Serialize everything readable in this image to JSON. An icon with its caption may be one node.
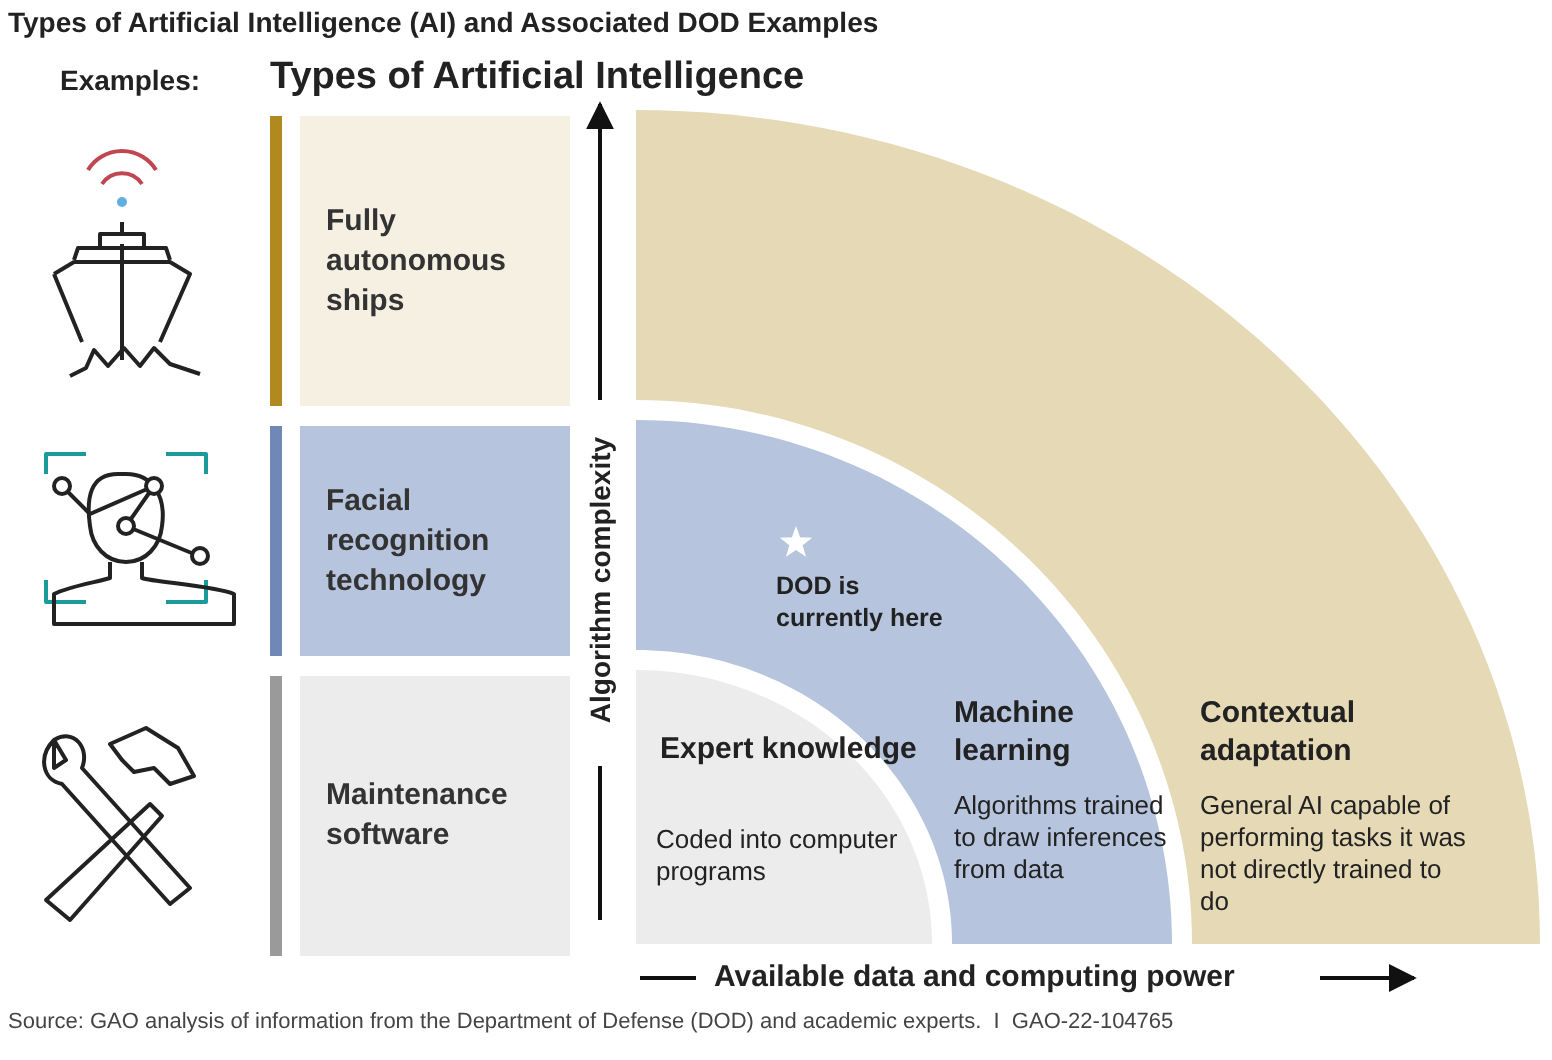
{
  "diagram": {
    "title": "Types of Artificial Intelligence (AI) and Associated DOD Examples",
    "caption": "Source: GAO analysis of information from the Department of Defense (DOD) and academic experts.  I  GAO-22-104765",
    "nodes": [
      {
        "text": [
          "Fully autonomous ships"
        ]
      },
      {
        "text": [
          "Facial recognition technology"
        ]
      },
      {
        "text": [
          "Maintenance software"
        ]
      },
      {
        "text": [
          "Expert knowledge",
          "Coded into computer programs"
        ]
      },
      {
        "text": [
          "Machine learning",
          "Algorithms trained to draw inferences from data"
        ]
      },
      {
        "text": [
          "Contextual adaptation",
          "General AI capable of performing tasks it was not directly trained to do"
        ]
      }
    ],
    "edges": [],
    "labels": [
      "Examples:",
      "Types of Artificial Intelligence",
      "Algorithm complexity",
      "DOD is currently here",
      "Available data and computing power"
    ]
  }
}
